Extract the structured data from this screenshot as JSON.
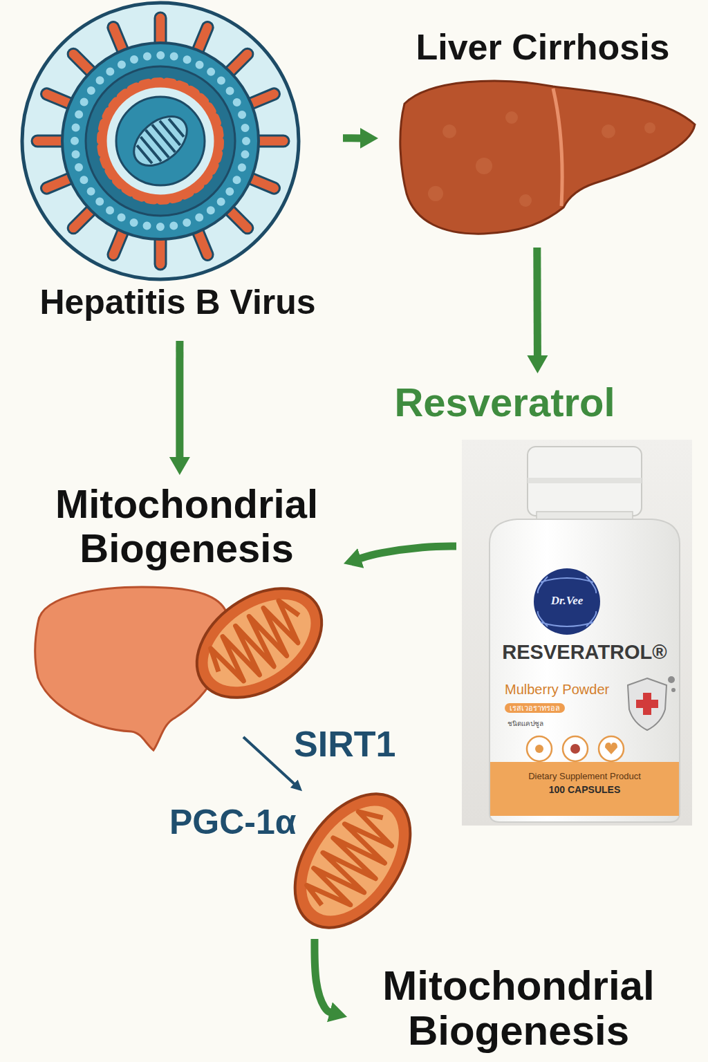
{
  "diagram": {
    "nodes": [
      {
        "text": [
          "Hepatitis B Virus"
        ]
      },
      {
        "text": [
          "Liver Cirrhosis"
        ]
      },
      {
        "text": [
          "Resveratrol"
        ]
      },
      {
        "text": [
          "Mitochondrial Biogenesis"
        ]
      },
      {
        "text": [
          "Dr.Vee",
          "RESVERATROL®",
          "Mulberry Powder",
          "เรสเวอราทรอล",
          "ชนิดแคปซูล",
          "Dietary Supplement Product",
          "100 CAPSULES"
        ]
      },
      {
        "text": [
          "PGC-1α"
        ]
      },
      {
        "text": [
          "Mitochondrial Biogenesis"
        ]
      }
    ],
    "edges": [
      {
        "from": 0,
        "to": 1,
        "arrow": "to"
      },
      {
        "from": 1,
        "to": 2,
        "arrow": "to"
      },
      {
        "from": 0,
        "to": 3,
        "arrow": "to"
      },
      {
        "from": 4,
        "to": 3,
        "arrow": "to"
      },
      {
        "from": 5,
        "to": 6,
        "arrow": "to"
      }
    ],
    "labels": [
      "SIRT1"
    ]
  }
}
